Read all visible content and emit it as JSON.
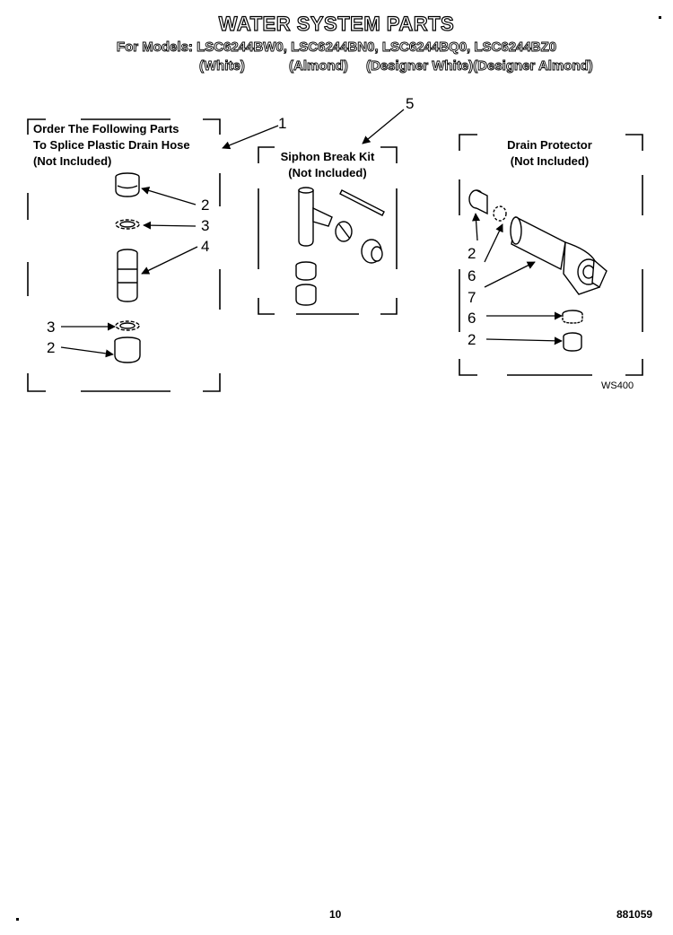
{
  "header": {
    "title": "WATER SYSTEM PARTS",
    "models": "For Models: LSC6244BW0, LSC6244BN0, LSC6244BQ0, LSC6244BZ0",
    "colors": [
      "(White)",
      "(Almond)",
      "(Designer White)(Designer Almond)"
    ]
  },
  "groups": {
    "splice": {
      "caption": [
        "Order The Following Parts",
        "To Splice Plastic Drain Hose",
        "(Not Included)"
      ],
      "callouts": [
        "2",
        "3",
        "4",
        "3",
        "2"
      ]
    },
    "siphon": {
      "caption": [
        "Siphon Break Kit",
        "(Not Included)"
      ]
    },
    "drain": {
      "caption": [
        "Drain Protector",
        "(Not Included)"
      ],
      "callouts": [
        "2",
        "6",
        "7",
        "6",
        "2"
      ]
    }
  },
  "top_callouts": [
    "1",
    "5"
  ],
  "figure_code": "WS400",
  "footer": {
    "page_number": "10",
    "doc_code": "881059"
  }
}
